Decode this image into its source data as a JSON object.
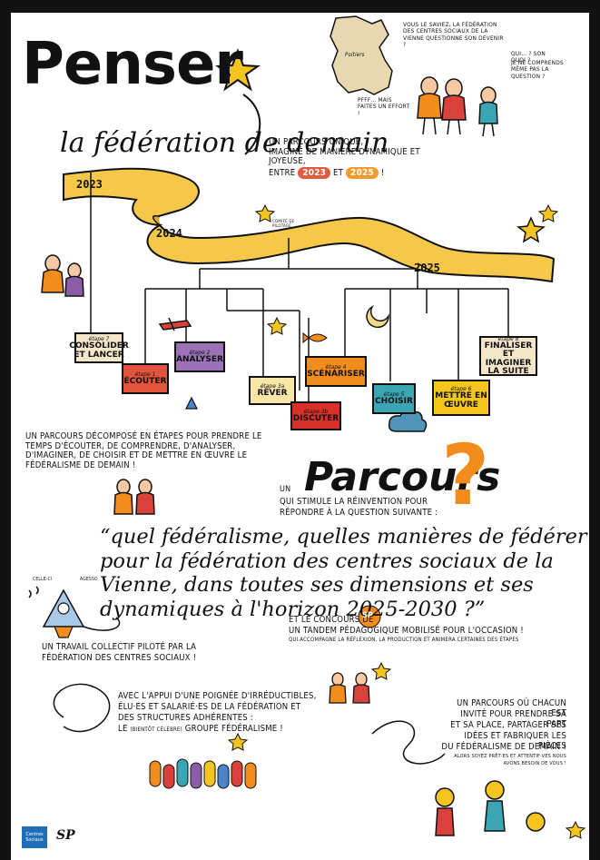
{
  "colors": {
    "ribbon": "#f5c84a",
    "ribbon_shadow": "#d9a325",
    "orange": "#f28c1c",
    "pill_red": "#e25a3c",
    "pill_orange": "#f39a2a",
    "star": "#f4c41f"
  },
  "header": {
    "title": "Penser",
    "subtitle": "la fédération de demain"
  },
  "intro": {
    "line1": "Un parcours unique,",
    "line2": "imaginé de manière dynamique et joyeuse,",
    "line3_prefix": "entre",
    "pill1": "2023",
    "line3_mid": "et",
    "pill2": "2025",
    "line3_suffix": "!"
  },
  "top_right": {
    "map_label": "Poitiers",
    "question": "Vous le saviez, la fédération des centres sociaux de la Vienne questionne son devenir ?",
    "reply1": "Qui… ? Son quoi ?",
    "reply2": "Je ne comprends même pas la question ?",
    "bubble_left": "Pfff… mais faites un effort !"
  },
  "timeline": {
    "years": [
      "2023",
      "2024",
      "2025"
    ],
    "mobile_label": "Comité de pilotage"
  },
  "stages": [
    {
      "num": "étape 7",
      "label": "Consolider et lancer",
      "icon": "paper-sheet-icon"
    },
    {
      "num": "étape 1",
      "label": "Écouter",
      "icon": "speech-icon"
    },
    {
      "num": "étape 2",
      "label": "Analyser",
      "icon": "magnifier-icon"
    },
    {
      "num": "étape 3a",
      "label": "Rêver",
      "icon": "cloud-icon"
    },
    {
      "num": "étape 3b",
      "label": "Discuter",
      "icon": "chat-icon"
    },
    {
      "num": "étape 4",
      "label": "Scénariser",
      "icon": "film-icon"
    },
    {
      "num": "étape 5",
      "label": "Choisir",
      "icon": "check-icon"
    },
    {
      "num": "étape 6",
      "label": "Mettre en œuvre",
      "icon": "gear-icon"
    },
    {
      "num": "étape 8",
      "label": "Finaliser et imaginer la suite",
      "icon": "flag-icon"
    }
  ],
  "steps_text": "Un parcours décomposé en étapes pour prendre le temps d'écouter, de comprendre, d'analyser, d'imaginer, de choisir et de mettre en œuvre le fédéralisme de demain !",
  "parcours": {
    "prefix": "Un",
    "title": "Parcours",
    "question_mark": "?",
    "line1": "qui stimule la réinvention pour",
    "line2": "répondre à la question suivante :",
    "quote": "“quel fédéralisme, quelles manières de fédérer pour la fédération des centres sociaux de la Vienne, dans toutes ses dimensions et ses dynamiques à l'horizon 2025-2030 ?”"
  },
  "collectif": {
    "rocket_label_left": "Celle-ci",
    "rocket_label_right": "Agesso",
    "line1": "Un travail collectif piloté par la",
    "line2": "fédération des centres sociaux !"
  },
  "concours": {
    "line1": "Et le concours de",
    "line2": "Un tandem pédagogique mobilisé pour l'occasion !",
    "line3": "Qui accompagne la réflexion, la production et animera certaines des étapes",
    "logo": "SP"
  },
  "appui": {
    "line1": "Avec l'appui d'une poignée d'irréductibles,",
    "line2": "élu·es et salarié·es de la fédération et",
    "line3": "des structures adhérentes :",
    "line4_prefix": "le",
    "line4_small": "(bientôt célèbre)",
    "line4_suffix": "groupe fédéralisme !"
  },
  "invite": {
    "line1": "Un parcours où chacun est",
    "line2": "invité pour prendre sa part",
    "line3": "et sa place, partager ses",
    "line4": "idées et fabriquer les pièces",
    "line5": "du fédéralisme de demain !",
    "line6": "Alors soyez prêt·es et attentif·ves nous",
    "line7": "avons besoin de vous !"
  },
  "logos": {
    "left": "Centres Sociaux",
    "right": "SP"
  }
}
